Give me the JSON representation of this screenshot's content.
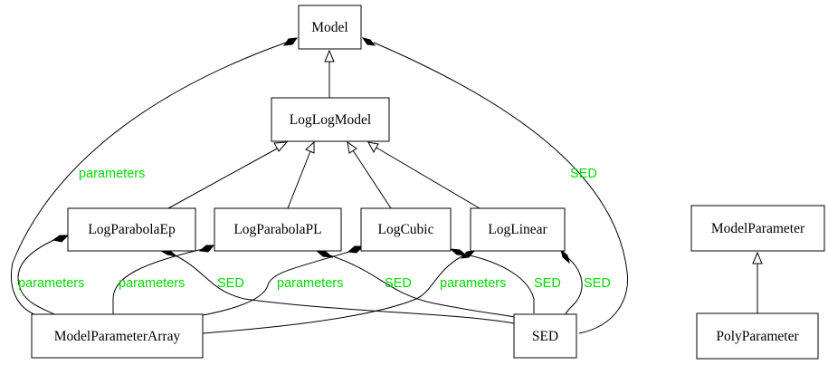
{
  "diagram": {
    "colors": {
      "label": "#00dd00",
      "stroke": "#000000",
      "fill": "#ffffff"
    },
    "nodes": {
      "model": "Model",
      "loglogmodel": "LogLogModel",
      "logparabolaep": "LogParabolaEp",
      "logparabolapl": "LogParabolaPL",
      "logcubic": "LogCubic",
      "loglinear": "LogLinear",
      "modelparameterarray": "ModelParameterArray",
      "sed": "SED",
      "modelparameter": "ModelParameter",
      "polyparameter": "PolyParameter"
    },
    "edges": {
      "model_parameters": "parameters",
      "model_sed": "SED",
      "logparabolaep_parameters": "parameters",
      "logparabolaep_sed": "SED",
      "logparabolapl_parameters": "parameters",
      "logparabolapl_sed": "SED",
      "logcubic_parameters": "parameters",
      "logcubic_sed": "SED",
      "loglinear_parameters": "parameters",
      "loglinear_sed": "SED"
    }
  }
}
